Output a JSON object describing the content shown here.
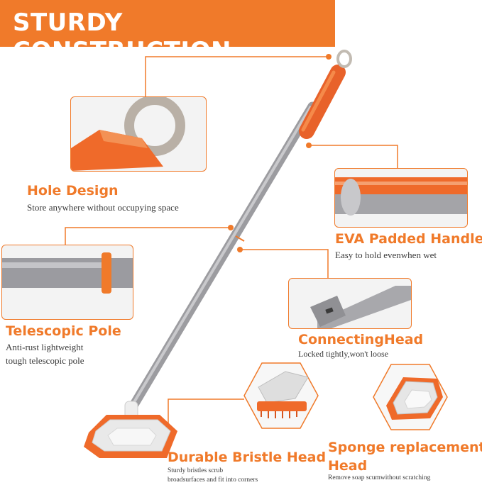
{
  "banner": {
    "title": "STURDY CONSTRUCTION"
  },
  "features": {
    "hole": {
      "title": "Hole Design",
      "desc": "Store anywhere without occupying  space"
    },
    "handle": {
      "title": "EVA Padded Handle",
      "desc": "Easy to hold evenwhen wet"
    },
    "pole": {
      "title": "Telescopic Pole",
      "desc_line1": "Anti-rust lightweight",
      "desc_line2": "tough telescopic pole"
    },
    "connector": {
      "title": "ConnectingHead",
      "desc": "Locked tightly,won't loose"
    },
    "bristle": {
      "title": "Durable Bristle Head",
      "desc_line1": "Sturdy bristles scrub",
      "desc_line2": "broadsurfaces and fit into corners"
    },
    "sponge": {
      "title_line1": "Sponge replacement",
      "title_line2": "Head",
      "desc": "Remove soap scumwithout scratching"
    }
  },
  "colors": {
    "accent": "#f07a2a",
    "pole": "#a9a9ad",
    "text": "#3a3a3a"
  }
}
